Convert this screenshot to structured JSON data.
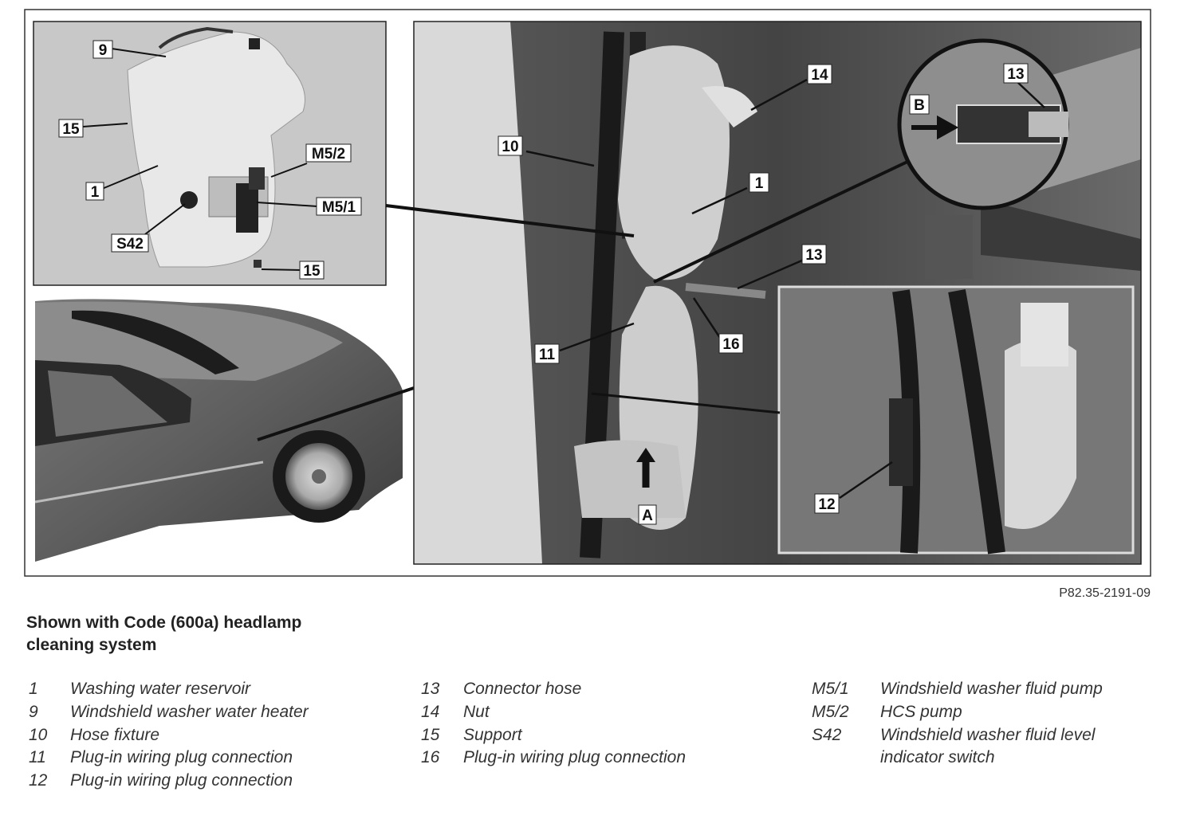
{
  "figure_ref": "P82.35-2191-09",
  "caption": "Shown with Code (600a) headlamp cleaning system",
  "callouts": {
    "c9": "9",
    "c15a": "15",
    "c1a": "1",
    "m52": "M5/2",
    "m51": "M5/1",
    "s42": "S42",
    "c15b": "15",
    "c10": "10",
    "c14": "14",
    "c13a": "13",
    "cB": "B",
    "c1b": "1",
    "c13b": "13",
    "c11": "11",
    "c16": "16",
    "c12": "12",
    "cA": "A"
  },
  "legend": {
    "col1": [
      {
        "num": "1",
        "text": "Washing water reservoir"
      },
      {
        "num": "9",
        "text": "Windshield washer water heater"
      },
      {
        "num": "10",
        "text": "Hose fixture"
      },
      {
        "num": "11",
        "text": "Plug-in wiring plug connection"
      },
      {
        "num": "12",
        "text": "Plug-in wiring plug connection"
      }
    ],
    "col2": [
      {
        "num": "13",
        "text": "Connector hose"
      },
      {
        "num": "14",
        "text": "Nut"
      },
      {
        "num": "15",
        "text": "Support"
      },
      {
        "num": "16",
        "text": "Plug-in wiring plug connection"
      }
    ],
    "col3": [
      {
        "num": "M5/1",
        "text": "Windshield washer fluid pump"
      },
      {
        "num": "M5/2",
        "text": "HCS pump"
      },
      {
        "num": "S42",
        "text": "Windshield washer fluid level indicator switch"
      }
    ]
  }
}
